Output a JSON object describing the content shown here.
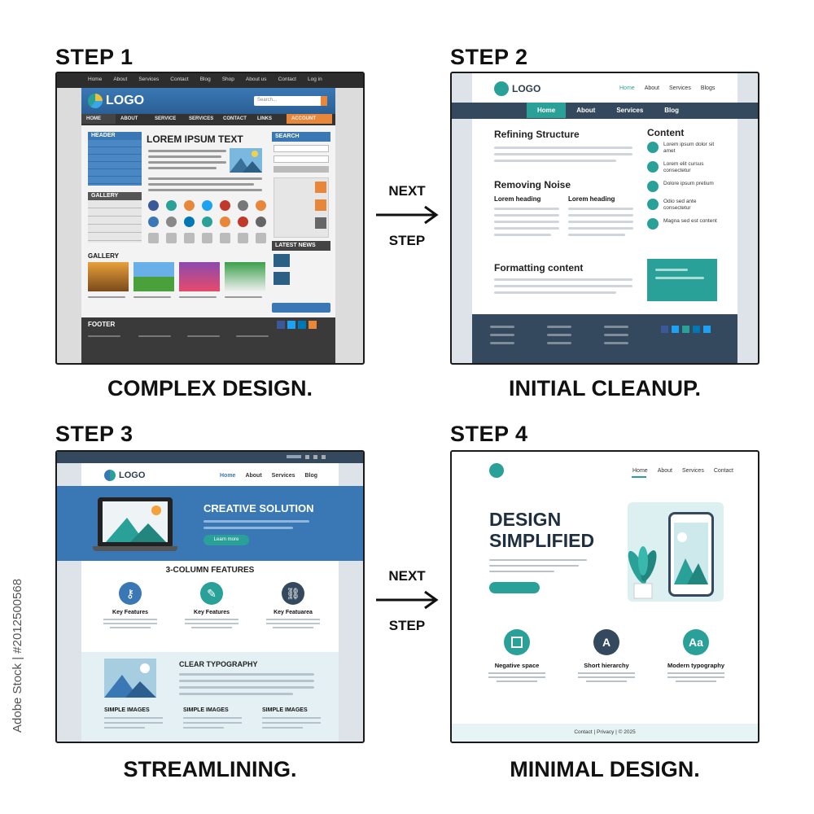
{
  "steps": [
    {
      "title": "STEP 1",
      "caption": "COMPLEX DESIGN."
    },
    {
      "title": "STEP 2",
      "caption": "INITIAL CLEANUP."
    },
    {
      "title": "STEP 3",
      "caption": "STREAMLINING."
    },
    {
      "title": "STEP 4",
      "caption": "MINIMAL DESIGN."
    }
  ],
  "arrows": [
    {
      "top": "NEXT",
      "bottom": "STEP"
    },
    {
      "top": "NEXT",
      "bottom": "STEP"
    }
  ],
  "image_id": "Adobe Stock | #2012500568",
  "s1": {
    "topnav": [
      "Home",
      "About",
      "Services",
      "Contact",
      "Blog",
      "Shop",
      "About us",
      "Contact",
      "Log in"
    ],
    "logo": "LOGO",
    "search_placeholder": "Search...",
    "mainnav": [
      "HOME",
      "ABOUT",
      "SERVICE",
      "SERVICES",
      "CONTACT",
      "LINKS",
      "ACCOUNT"
    ],
    "header": "HEADER",
    "gallery_side": "GALLERY",
    "lorem": "LOREM IPSUM TEXT",
    "search": "SEARCH",
    "latest_news": "LATEST NEWS",
    "gallery": "GALLERY",
    "footer": "FOOTER"
  },
  "s2": {
    "logo": "LOGO",
    "topnav": [
      "Home",
      "About",
      "Services",
      "Blogs"
    ],
    "mainnav": [
      "Home",
      "About",
      "Services",
      "Blog"
    ],
    "refining": "Refining Structure",
    "removing": "Removing Noise",
    "heading1": "Lorem heading",
    "heading2": "Lorem heading",
    "formatting": "Formatting content",
    "content": "Content",
    "content_items": [
      "Lorem ipsum dolor sit amet",
      "Lorem elit cursus consectetur",
      "Dolore ipsum pretium",
      "Odio sed ante consectetur",
      "Magna sed est content"
    ]
  },
  "s3": {
    "logo": "LOGO",
    "nav": [
      "Home",
      "About",
      "Services",
      "Blog"
    ],
    "hero_title": "CREATIVE SOLUTION",
    "hero_button": "Learn more",
    "features_title": "3-COLUMN FEATURES",
    "features": [
      "Key Features",
      "Key Features",
      "Key Featuarea"
    ],
    "typography": "CLEAR TYPOGRAPHY",
    "images": [
      "SIMPLE IMAGES",
      "SIMPLE IMAGES",
      "SIMPLE IMAGES"
    ]
  },
  "s4": {
    "nav": [
      "Home",
      "About",
      "Services",
      "Contact"
    ],
    "hero_line1": "DESIGN",
    "hero_line2": "SIMPLIFIED",
    "features": [
      {
        "label": "Negative space",
        "icon": "check-square-icon"
      },
      {
        "label": "Short hierarchy",
        "icon": "letter-a-icon",
        "glyph": "A"
      },
      {
        "label": "Modern typography",
        "icon": "aa-icon",
        "glyph": "Aa"
      }
    ],
    "footer": "Contact  |  Privacy  |  © 2025"
  },
  "colors": {
    "teal": "#2aa198",
    "blue": "#3a78b5",
    "navy": "#2c3e50",
    "orange": "#e8873a"
  }
}
